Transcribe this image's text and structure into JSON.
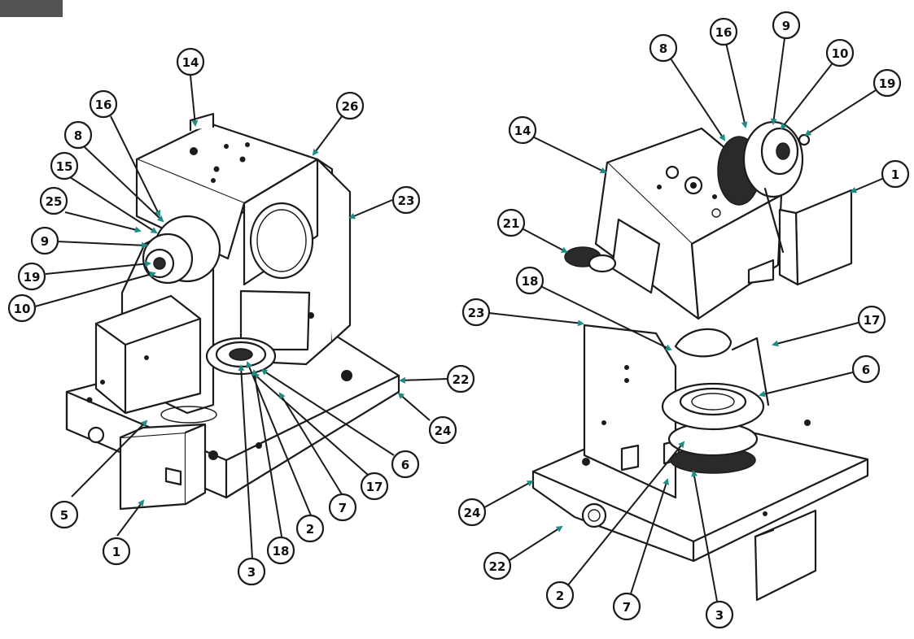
{
  "colors": {
    "line": "#1b1b1b",
    "arrow_tip": "#1f8c86",
    "corner_tab": "#545454"
  },
  "left_view": {
    "callouts": [
      "14",
      "26",
      "16",
      "8",
      "15",
      "25",
      "9",
      "19",
      "10",
      "23",
      "22",
      "24",
      "6",
      "17",
      "7",
      "2",
      "18",
      "3",
      "5",
      "1"
    ]
  },
  "right_view": {
    "callouts": [
      "8",
      "16",
      "9",
      "10",
      "19",
      "14",
      "1",
      "21",
      "18",
      "23",
      "17",
      "6",
      "24",
      "22",
      "2",
      "7",
      "3"
    ]
  }
}
